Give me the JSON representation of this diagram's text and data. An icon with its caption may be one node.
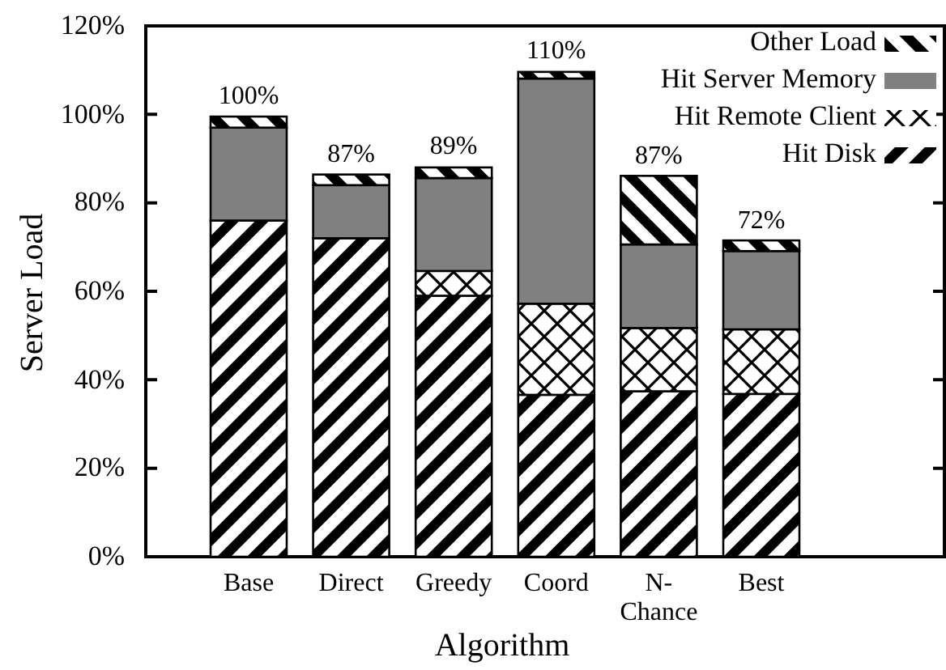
{
  "diagram": {
    "chart_data": {
      "type": "bar",
      "stacked": true,
      "xlabel": "Algorithm",
      "ylabel": "Server Load",
      "categories": [
        "Base",
        "Direct",
        "Greedy",
        "Coord",
        "N-Chance",
        "Best"
      ],
      "series": [
        {
          "name": "Hit Disk",
          "color": "#000000",
          "values": [
            76,
            72,
            59,
            36.6,
            37.4,
            36.8
          ]
        },
        {
          "name": "Hit Remote Client",
          "color": "#000000",
          "values": [
            0,
            0,
            5.6,
            20.6,
            14.3,
            14.6
          ]
        },
        {
          "name": "Hit Server Memory",
          "color": "#808080",
          "values": [
            21,
            12,
            21,
            50.9,
            18.9,
            17.7
          ]
        },
        {
          "name": "Other Load",
          "color": "#000000",
          "values": [
            2.5,
            2.4,
            2.4,
            1.5,
            15.5,
            2.4
          ]
        }
      ],
      "ylim": [
        0,
        120
      ],
      "yticks": [
        {
          "value": 0,
          "label": "0%"
        },
        {
          "value": 20,
          "label": "20%"
        },
        {
          "value": 40,
          "label": "40%"
        },
        {
          "value": 60,
          "label": "60%"
        },
        {
          "value": 80,
          "label": "80%"
        },
        {
          "value": 100,
          "label": "100%"
        },
        {
          "value": 120,
          "label": "120%"
        }
      ],
      "legend": true,
      "value_labels": [
        "100%",
        "87%",
        "89%",
        "110%",
        "87%",
        "72%"
      ]
    }
  }
}
